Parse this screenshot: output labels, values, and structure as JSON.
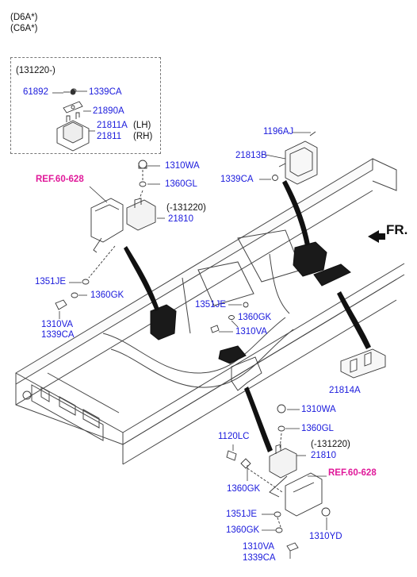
{
  "header": {
    "line1": "(D6A*)",
    "line2": "(C6A*)"
  },
  "inset": {
    "title": "(131220-)",
    "parts": {
      "p61892": "61892",
      "p1339CA": "1339CA",
      "p21890A": "21890A",
      "p21811A": "21811A",
      "lh": "(LH)",
      "p21811": "21811",
      "rh": "(RH)"
    }
  },
  "labels": {
    "l1196AJ": "1196AJ",
    "l21813B": "21813B",
    "l1339CA_r": "1339CA",
    "fr": "FR.",
    "ref_top": "REF.60-628",
    "l1310WA_t": "1310WA",
    "l1360GL_t": "1360GL",
    "range_t": "(-131220)",
    "l21810_t": "21810",
    "l1351JE_l": "1351JE",
    "l1360GK_l": "1360GK",
    "l1310VA_l": "1310VA",
    "l1339CA_l": "1339CA",
    "l1351JE_m": "1351JE",
    "l1360GK_m": "1360GK",
    "l1310VA_m": "1310VA",
    "l21814A": "21814A",
    "l1310WA_b": "1310WA",
    "l1360GL_b": "1360GL",
    "l1120LC": "1120LC",
    "range_b": "(-131220)",
    "l21810_b": "21810",
    "l1360GK_b1": "1360GK",
    "ref_bot": "REF.60-628",
    "l1351JE_b": "1351JE",
    "l1360GK_b2": "1360GK",
    "l1310YD": "1310YD",
    "l1310VA_b": "1310VA",
    "l1339CA_b": "1339CA"
  }
}
